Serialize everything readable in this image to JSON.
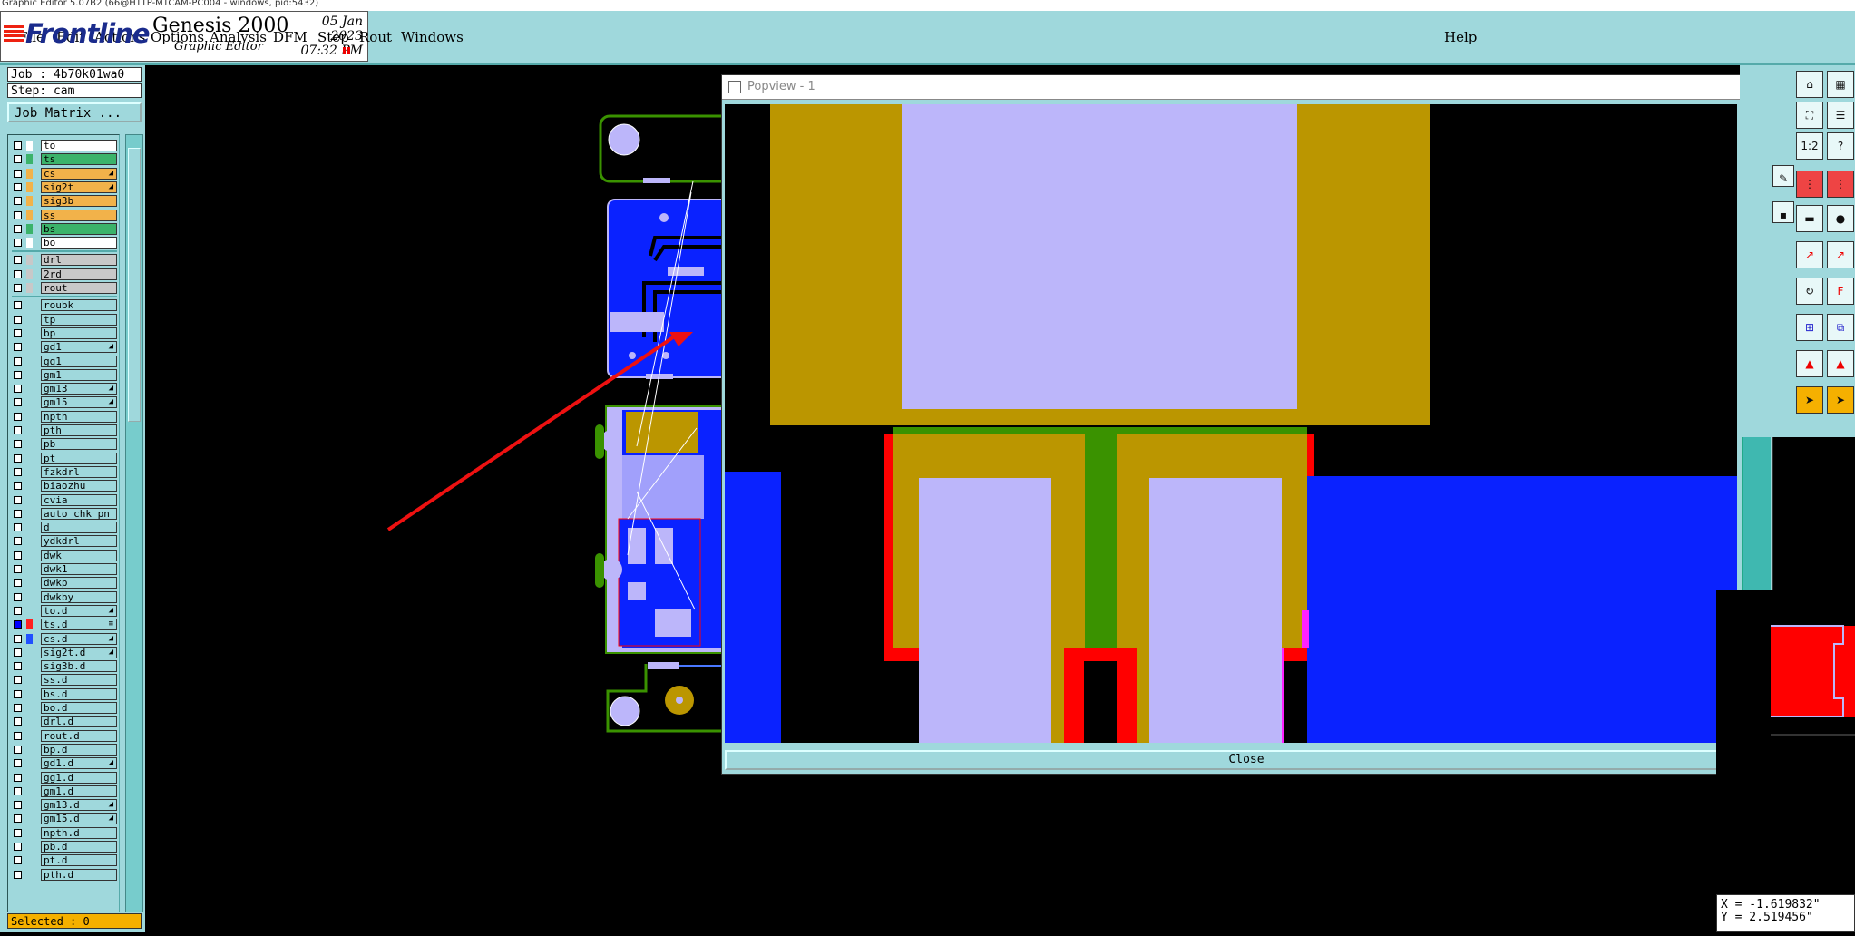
{
  "window": {
    "title": "Graphic Editor 5.07B2 (66@HTTP-MTCAM-PC004 - windows, pid:5432)"
  },
  "menu": {
    "items": [
      "File",
      "Edit",
      "Actions",
      "Options",
      "Analysis",
      "DFM",
      "Step",
      "Rout",
      "Windows"
    ],
    "help": "Help"
  },
  "brand": {
    "logo": "Frontline",
    "product": "Genesis 2000",
    "subtitle": "Graphic Editor",
    "date": "05 Jan 2023",
    "time": "07:32 PM"
  },
  "job": {
    "label": "Job : 4b70k01wa0",
    "step": "Step: cam",
    "matrix_button": "Job Matrix ..."
  },
  "layers": [
    {
      "name": "to",
      "color": "#ffffff",
      "swatch": "#ffffff"
    },
    {
      "name": "ts",
      "color": "#3bb36a",
      "swatch": "#3bb36a"
    },
    {
      "name": "cs",
      "color": "#f2b24a",
      "swatch": "#f2b24a",
      "flag": "◢"
    },
    {
      "name": "sig2t",
      "color": "#f2b24a",
      "swatch": "#f2b24a",
      "flag": "◢"
    },
    {
      "name": "sig3b",
      "color": "#f2b24a",
      "swatch": "#f2b24a"
    },
    {
      "name": "ss",
      "color": "#f2b24a",
      "swatch": "#f2b24a"
    },
    {
      "name": "bs",
      "color": "#3bb36a",
      "swatch": "#3bb36a"
    },
    {
      "name": "bo",
      "color": "#ffffff",
      "swatch": "#ffffff"
    },
    {
      "name": "drl",
      "color": "#c8c8c8",
      "swatch": "#c8c8c8",
      "sep": true
    },
    {
      "name": "2rd",
      "color": "#c8c8c8",
      "swatch": "#c8c8c8"
    },
    {
      "name": "rout",
      "color": "#c8c8c8",
      "swatch": "#c8c8c8"
    },
    {
      "name": "roubk",
      "color": "#9fd8dc",
      "sep": true
    },
    {
      "name": "tp",
      "color": "#9fd8dc"
    },
    {
      "name": "bp",
      "color": "#9fd8dc"
    },
    {
      "name": "gd1",
      "color": "#9fd8dc",
      "flag": "◢"
    },
    {
      "name": "gg1",
      "color": "#9fd8dc"
    },
    {
      "name": "gm1",
      "color": "#9fd8dc"
    },
    {
      "name": "gm13",
      "color": "#9fd8dc",
      "flag": "◢"
    },
    {
      "name": "gm15",
      "color": "#9fd8dc",
      "flag": "◢"
    },
    {
      "name": "npth",
      "color": "#9fd8dc"
    },
    {
      "name": "pth",
      "color": "#9fd8dc"
    },
    {
      "name": "pb",
      "color": "#9fd8dc"
    },
    {
      "name": "pt",
      "color": "#9fd8dc"
    },
    {
      "name": "fzkdrl",
      "color": "#9fd8dc"
    },
    {
      "name": "biaozhu",
      "color": "#9fd8dc"
    },
    {
      "name": "cvia",
      "color": "#9fd8dc"
    },
    {
      "name": "auto_chk_pn",
      "color": "#9fd8dc"
    },
    {
      "name": "d",
      "color": "#9fd8dc"
    },
    {
      "name": "ydkdrl",
      "color": "#9fd8dc"
    },
    {
      "name": "dwk",
      "color": "#9fd8dc"
    },
    {
      "name": "dwk1",
      "color": "#9fd8dc"
    },
    {
      "name": "dwkp",
      "color": "#9fd8dc"
    },
    {
      "name": "dwkby",
      "color": "#9fd8dc"
    },
    {
      "name": "to.d",
      "color": "#9fd8dc",
      "flag": "◢"
    },
    {
      "name": "ts.d",
      "color": "#9fd8dc",
      "swatch": "#ff2020",
      "checked": true,
      "flag": "≡"
    },
    {
      "name": "cs.d",
      "color": "#9fd8dc",
      "swatch": "#2050ff",
      "flag": "◢"
    },
    {
      "name": "sig2t.d",
      "color": "#9fd8dc",
      "flag": "◢"
    },
    {
      "name": "sig3b.d",
      "color": "#9fd8dc"
    },
    {
      "name": "ss.d",
      "color": "#9fd8dc"
    },
    {
      "name": "bs.d",
      "color": "#9fd8dc"
    },
    {
      "name": "bo.d",
      "color": "#9fd8dc"
    },
    {
      "name": "drl.d",
      "color": "#9fd8dc"
    },
    {
      "name": "rout.d",
      "color": "#9fd8dc"
    },
    {
      "name": "bp.d",
      "color": "#9fd8dc"
    },
    {
      "name": "gd1.d",
      "color": "#9fd8dc",
      "flag": "◢"
    },
    {
      "name": "gg1.d",
      "color": "#9fd8dc"
    },
    {
      "name": "gm1.d",
      "color": "#9fd8dc"
    },
    {
      "name": "gm13.d",
      "color": "#9fd8dc",
      "flag": "◢"
    },
    {
      "name": "gm15.d",
      "color": "#9fd8dc",
      "flag": "◢"
    },
    {
      "name": "npth.d",
      "color": "#9fd8dc"
    },
    {
      "name": "pb.d",
      "color": "#9fd8dc"
    },
    {
      "name": "pt.d",
      "color": "#9fd8dc"
    },
    {
      "name": "pth.d",
      "color": "#9fd8dc"
    }
  ],
  "status": {
    "selected": "Selected : 0"
  },
  "popview": {
    "title": "Popview - 1",
    "close_label": "Close"
  },
  "coords": {
    "x": "X = -1.619832\"",
    "y": "Y = 2.519456\""
  },
  "toolbar": {
    "zoom_label": "1:2",
    "help_label": "?"
  },
  "colors": {
    "panel": "#9fd8dc",
    "copper": "#bb9600",
    "pad": "#bcb6fa",
    "solder": "#3a9200",
    "drill_blue": "#0a22ff",
    "highlight_red": "#ff0000",
    "magenta": "#ff22ff"
  }
}
